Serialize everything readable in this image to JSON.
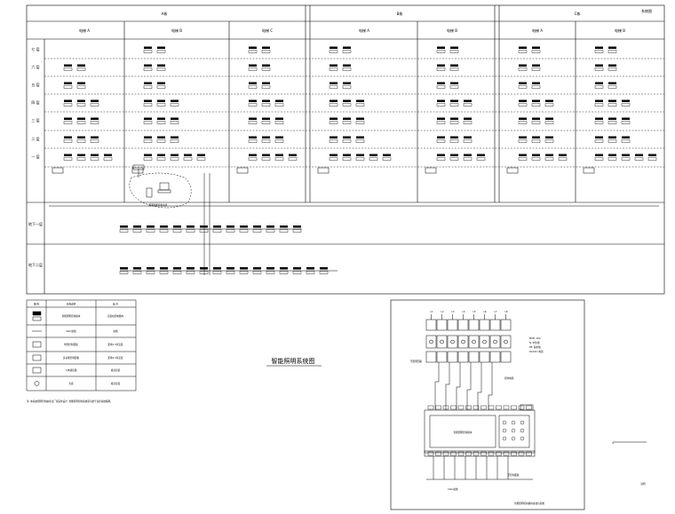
{
  "top_headers": [
    {
      "id": "a",
      "text": "A栋"
    },
    {
      "id": "b",
      "text": "B栋"
    },
    {
      "id": "c",
      "text": "C栋"
    }
  ],
  "top_right_note": "系统图",
  "sub_headers": [
    {
      "id": "a1",
      "text": "电梯 A"
    },
    {
      "id": "a2",
      "text": "电梯 B"
    },
    {
      "id": "a3",
      "text": "电梯 C"
    },
    {
      "id": "b1",
      "text": "电梯 A"
    },
    {
      "id": "b2",
      "text": "电梯 B"
    },
    {
      "id": "c1",
      "text": "电梯 A"
    },
    {
      "id": "c2",
      "text": "电梯 B"
    }
  ],
  "floor_labels": [
    "七 层",
    "六 层",
    "五 层",
    "四 层",
    "三 层",
    "二 层",
    "一 层"
  ],
  "basement_labels": [
    "地下一层",
    "地下二层"
  ],
  "central_monitor_label": "照明智能控制主机",
  "legend": {
    "headers": [
      "图 例",
      "名称说明",
      "备 注"
    ],
    "rows": [
      {
        "name": "智能照明控制模块",
        "note": "安装在配电箱内"
      },
      {
        "name": "DALI总线",
        "note": "总线"
      },
      {
        "name": "场景控制面板",
        "note": "距地1.3米安装"
      },
      {
        "name": "多功能控制面板",
        "note": "距地1.3米安装"
      },
      {
        "name": "人体感应器",
        "note": "吸顶安装"
      },
      {
        "name": "光感",
        "note": "吸顶安装"
      }
    ]
  },
  "note_text": "注: 本系统照明控制由专业厂家深化设计, 智能照明控制系统需与楼宇自控系统联网。",
  "main_title": "智能照明系统图",
  "detail": {
    "top_labels": [
      "L1",
      "L2",
      "L3",
      "L4",
      "L5",
      "L6",
      "L7",
      "L8"
    ],
    "right_notes": [
      "MCB: 10A",
      "N: 中性线",
      "PE: 保护线",
      "DC24V: 电源"
    ],
    "left_note": "至照明回路",
    "mid_note": "控制电源",
    "module_label": "智能照明控制模块",
    "bottom_label_1": "DALI总线",
    "bottom_label_2": "至控制面板",
    "caption": "智能照明控制模块接线示意图"
  },
  "bottom_right_label": "说明"
}
